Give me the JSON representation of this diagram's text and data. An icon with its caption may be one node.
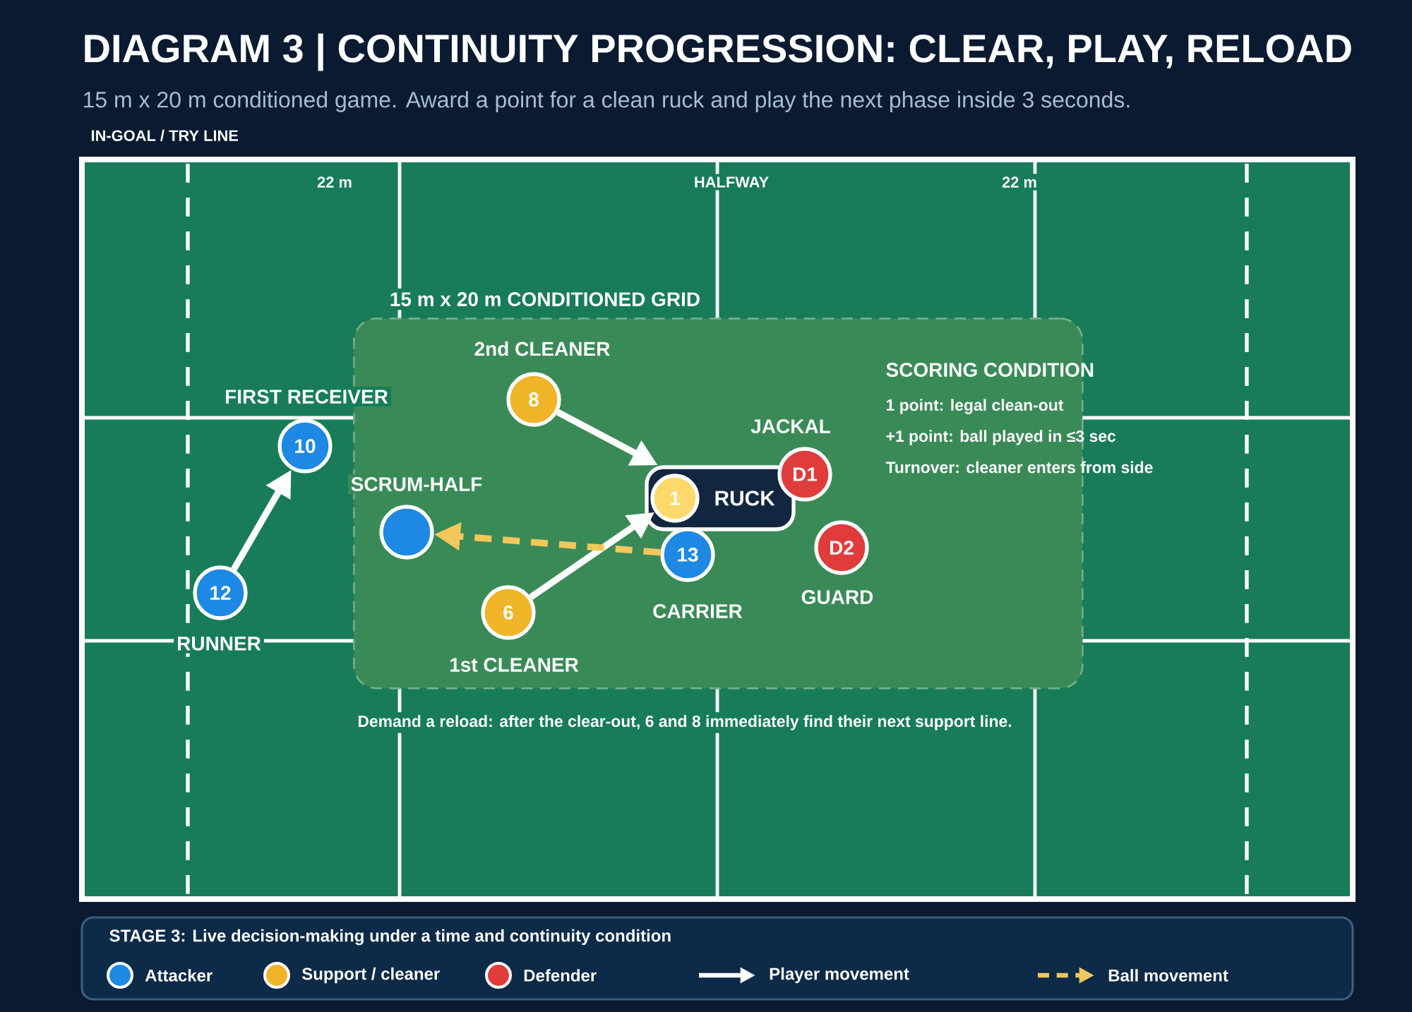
{
  "diagram": {
    "title": "DIAGRAM 3 | CONTINUITY PROGRESSION: CLEAR, PLAY, RELOAD",
    "caption": "15 m x 20 m conditioned game. Award a point for a clean ruck and play the next phase inside 3 seconds.",
    "nodes": [
      {
        "text": [
          "15 m x 20 m CONDITIONED GRID"
        ]
      },
      {
        "text": [
          "10"
        ],
        "beside": [
          "FIRST RECEIVER"
        ]
      },
      {
        "text": [
          "12"
        ],
        "beside": [
          "RUNNER"
        ]
      },
      {
        "text": [],
        "shape": "circle",
        "beside": [
          "SCRUM-HALF"
        ],
        "in": 0
      },
      {
        "text": [
          "8"
        ],
        "beside": [
          "2nd CLEANER"
        ],
        "in": 0
      },
      {
        "text": [
          "RUCK"
        ],
        "in": 0
      },
      {
        "text": [
          "1"
        ],
        "in": 5
      },
      {
        "text": [
          "D1"
        ],
        "beside": [
          "JACKAL"
        ],
        "in": 0
      },
      {
        "text": [
          "13"
        ],
        "beside": [
          "CARRIER"
        ],
        "in": 0
      },
      {
        "text": [
          "6"
        ],
        "beside": [
          "1st CLEANER"
        ],
        "in": 0
      },
      {
        "text": [
          "D2"
        ],
        "beside": [
          "GUARD"
        ],
        "in": 0
      }
    ],
    "edges": [
      {
        "from": 2,
        "to": 1,
        "arrow": "to"
      },
      {
        "from": 4,
        "to": 5,
        "arrow": "to"
      },
      {
        "from": 9,
        "to": 6,
        "arrow": "to"
      },
      {
        "from": 8,
        "to": 3,
        "arrow": "to",
        "style": "dashed",
        "color": "#f2c75c"
      }
    ],
    "labels": [
      "IN-GOAL / TRY LINE",
      "22 m",
      "HALFWAY",
      "22 m",
      "SCORING CONDITION",
      "1 point: legal clean-out",
      "+1 point: ball played in ≤3 sec",
      "Turnover: cleaner enters from side",
      "Demand a reload: after the clear-out, 6 and 8 immediately find their next support line.",
      "STAGE 3: Live decision-making under a time and continuity condition"
    ],
    "legend": [
      {
        "text": "Attacker",
        "color": "#1e88e5"
      },
      {
        "text": "Support / cleaner",
        "color": "#f0b429"
      },
      {
        "text": "Defender",
        "color": "#e03c3c"
      },
      {
        "text": "Player movement"
      },
      {
        "text": "Ball movement"
      }
    ]
  }
}
